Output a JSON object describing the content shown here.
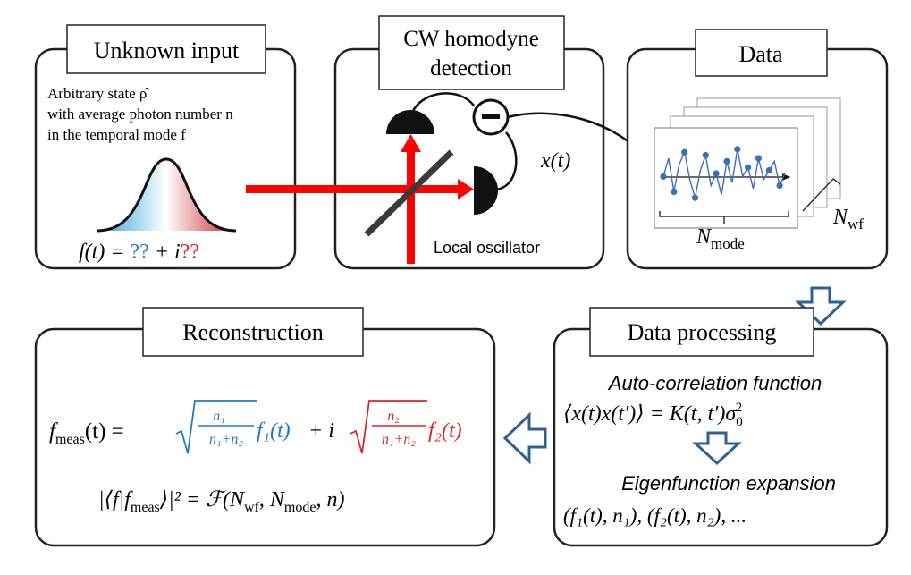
{
  "panels": {
    "unknown_input": {
      "title": "Unknown input",
      "description_lines": [
        "Arbitrary state ρ̂",
        "with average photon number n",
        "in the temporal mode f"
      ],
      "formula_prefix": "f(t) = ",
      "formula_real": "??",
      "formula_plus": " + i",
      "formula_imag": "??"
    },
    "homodyne": {
      "title_lines": [
        "CW homodyne",
        "detection"
      ],
      "signal_label": "x(t)",
      "lo_label": "Local oscillator",
      "subtract_symbol": "−"
    },
    "data": {
      "title": "Data",
      "n_mode_label": "N",
      "n_mode_sub": "mode",
      "n_wf_label": "N",
      "n_wf_sub": "wf"
    },
    "data_processing": {
      "title": "Data processing",
      "autocorr_heading": "Auto-correlation function",
      "autocorr_formula": "⟨x(t)x(t′)⟩ = K(t, t′)σ",
      "autocorr_sub": "0",
      "autocorr_sup": "2",
      "eigen_heading": "Eigenfunction expansion",
      "eigen_formula": "(f₁(t), n₁), (f₂(t), n₂), ..."
    },
    "reconstruction": {
      "title": "Reconstruction",
      "fmeas_lhs": "f",
      "fmeas_lhs_sub": "meas",
      "fmeas_lhs_rest": "(t) =",
      "term1_num": "n₁",
      "term1_den": "n₁+n₂",
      "term1_fn": "f₁(t)",
      "plus_i": "+ i",
      "term2_num": "n₂",
      "term2_den": "n₁+n₂",
      "term2_fn": "f₂(t)",
      "fidelity_formula": "|⟨f|f",
      "fidelity_sub": "meas",
      "fidelity_rest": "⟩|² = ℱ(N",
      "fidelity_sub2": "wf",
      "fidelity_mid": ", N",
      "fidelity_sub3": "mode",
      "fidelity_end": ", n)"
    }
  },
  "colors": {
    "laser": "#ff0000",
    "blue": "#1f7ac0",
    "red": "#d8262b",
    "arrow_blue": "#2f5f93",
    "trace": "#3b6fb6"
  },
  "trace_points": [
    0.55,
    0.25,
    0.8,
    0.35,
    0.15,
    0.6,
    0.9,
    0.45,
    0.2,
    0.7,
    0.5,
    0.85,
    0.3,
    0.65,
    0.1,
    0.55,
    0.4,
    0.75,
    0.25,
    0.6,
    0.45,
    0.3,
    0.7,
    0.5
  ]
}
